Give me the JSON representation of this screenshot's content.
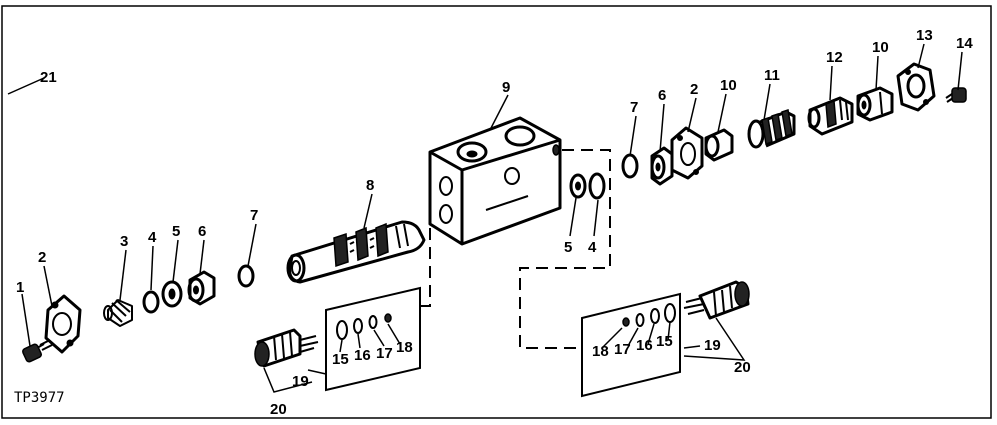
{
  "figure_id": "TP3977",
  "callouts": [
    "1",
    "2",
    "3",
    "4",
    "5",
    "6",
    "7",
    "8",
    "9",
    "10",
    "11",
    "12",
    "13",
    "14",
    "15",
    "16",
    "17",
    "18",
    "19",
    "20",
    "21"
  ],
  "callout_labels": {
    "c1": "1",
    "c2a": "2",
    "c3": "3",
    "c4a": "4",
    "c5a": "5",
    "c6a": "6",
    "c7a": "7",
    "c8": "8",
    "c9": "9",
    "c5b": "5",
    "c4b": "4",
    "c7b": "7",
    "c6b": "6",
    "c2b": "2",
    "c10a": "10",
    "c11": "11",
    "c12": "12",
    "c10b": "10",
    "c13": "13",
    "c14": "14",
    "c21": "21",
    "c15a": "15",
    "c16a": "16",
    "c17a": "17",
    "c18a": "18",
    "c19a": "19",
    "c20a": "20",
    "c18b": "18",
    "c17b": "17",
    "c16b": "16",
    "c15b": "15",
    "c19b": "19",
    "c20b": "20"
  }
}
